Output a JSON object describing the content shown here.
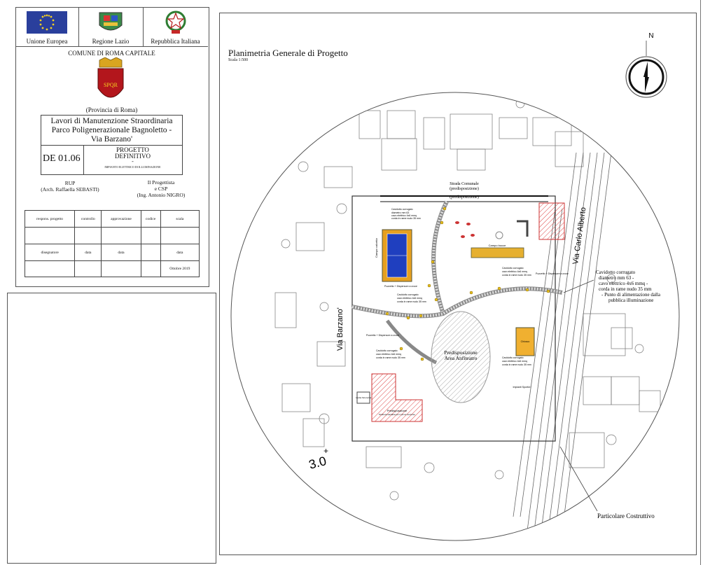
{
  "title_block": {
    "logos": [
      {
        "label": "Unione Europea",
        "icon": "eu-flag-icon"
      },
      {
        "label": "Regione Lazio",
        "icon": "regione-lazio-emblem-icon"
      },
      {
        "label": "Repubblica Italiana",
        "icon": "italian-republic-emblem-icon"
      }
    ],
    "comune": "COMUNE DI ROMA CAPITALE",
    "spqr_text": "SPQR",
    "provincia": "(Provincia di Roma)",
    "project_title": {
      "line1": "Lavori di Manutenzione Straordinaria",
      "line2": "Parco Poligenerazionale Bagnoletto -",
      "line3": "Via Barzano'"
    },
    "doc_code": "DE 01.06",
    "progetto": "PROGETTO",
    "definitivo": "DEFINITIVO",
    "dash": "-",
    "impianto": "IMPIANTO ELETTRICO DI ILLUMINAZIONE",
    "rup": {
      "title": "RUP",
      "name": "(Arch. Raffaella SEBASTI)"
    },
    "progettista": {
      "line1": "Il Progettista",
      "line2": "e CSP",
      "name": "(Ing. Antonio NIGRO)"
    },
    "table": {
      "row1": [
        "respons. progetto",
        "controllo",
        "approvazione",
        "codice",
        "scala"
      ],
      "row3": [
        "disegnatore",
        "data",
        "data",
        "",
        "data"
      ],
      "date": "Ottobre 2019"
    }
  },
  "drawing": {
    "title": "Planimetria Generale di Progetto",
    "scale": "Scala 1:500",
    "north_label": "N",
    "labels": {
      "strada_comunale": "Strada Comunale",
      "predisposizione_a": "(predisposizione)",
      "predisposizione_b": "(predisposizione)",
      "via_carlo": "Via Carlo Alberto",
      "via_barzano": "Via Barzano'",
      "cavidotto_title": "Cavidotto corrugato",
      "cavidotto_l1": "diametro mm 63 -",
      "cavidotto_l2": "cavo elettrico 4x6 mmq -",
      "cavidotto_l3": "corda in rame nudo 35 mm",
      "cavidotto_l4": "- Punto di alimentazione dalla",
      "cavidotto_l5": "pubblica illuminazione",
      "predisposizione_area": "Predisposizione",
      "area_anfiteatro": "Area Anfiteatro",
      "particolare": "Particolare Costruttivo",
      "level_mark": "3.0",
      "level_plus": "+",
      "campo_bocce": "Campo bocce",
      "cavidotto_small": "Cavidotto corrugato",
      "small_a": "diametro mm 63",
      "small_b": "cavo elettrico 4x6 mmq",
      "small_c": "corda in rame nudo 35 mm",
      "pozzetto": "Pozzetto + Dispersore a croce",
      "predispos_small": "Predisposizione",
      "struttura": "Struttura sanitaria per il primo soccorso",
      "impianti": "Impianti Sportivi",
      "chiosco": "Chiosco",
      "uscita": "Uscita Sicurezza",
      "campo_calcetto": "Campo calcetto"
    }
  },
  "colors": {
    "pitch_blue": "#1f3fbf",
    "pitch_orange": "#e6a020",
    "hatch_red": "#d44",
    "line_gray": "#666"
  }
}
